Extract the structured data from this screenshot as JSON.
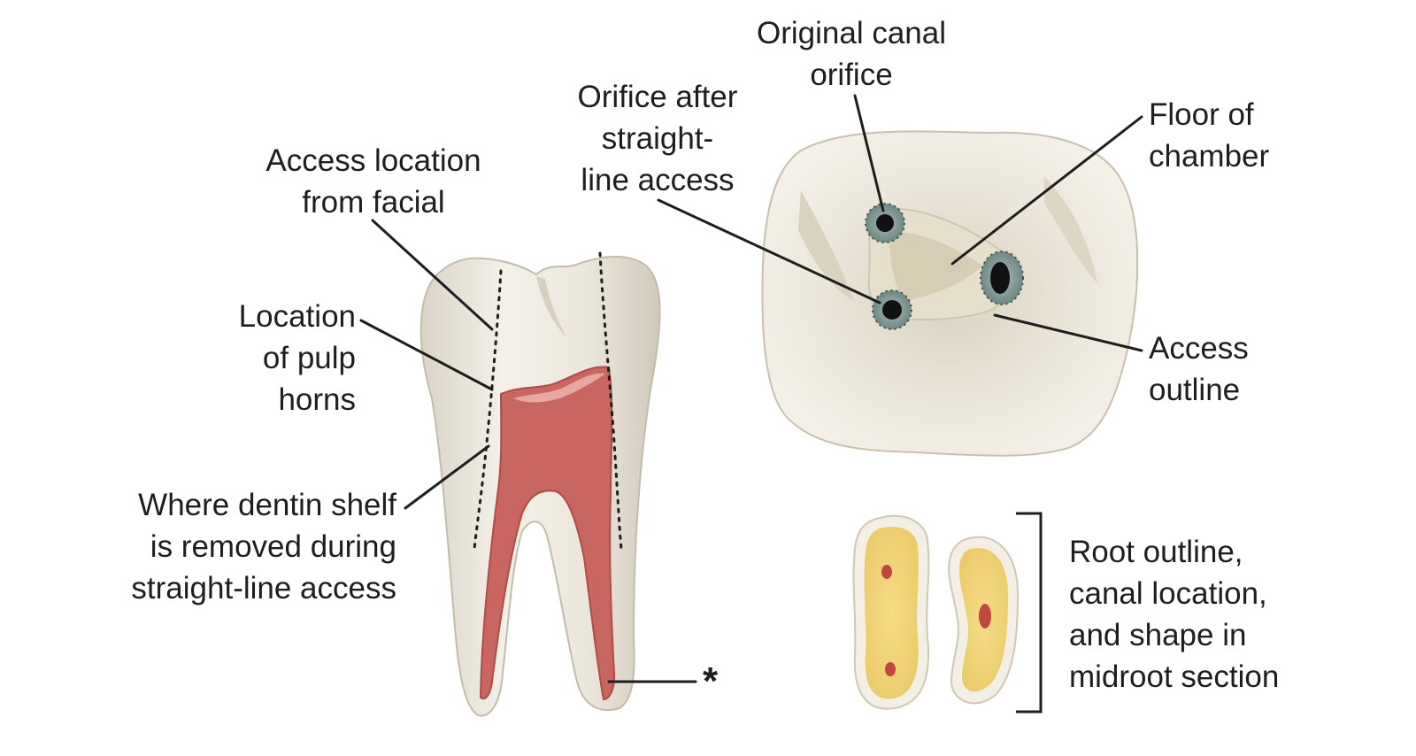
{
  "labels": {
    "original_canal_orifice": "Original canal\norifice",
    "orifice_after_access": "Orifice after\nstraight-\nline access",
    "floor_of_chamber": "Floor of\nchamber",
    "access_location_facial": "Access location\nfrom facial",
    "location_pulp_horns": "Location\nof pulp\nhorns",
    "access_outline": "Access\noutline",
    "dentin_shelf": "Where dentin shelf\nis removed during\nstraight-line access",
    "root_outline": "Root outline,\ncanal location,\nand shape in\nmidroot section",
    "asterisk": "*"
  },
  "colors": {
    "enamel": "#efece3",
    "tooth_shadow": "#d2cdbe",
    "pulp": "#c9665f",
    "pulp_dark": "#b3504b",
    "root_section": "#efd27a",
    "canal_ring": "#8fa3a0",
    "ink": "#1e1e1e"
  }
}
